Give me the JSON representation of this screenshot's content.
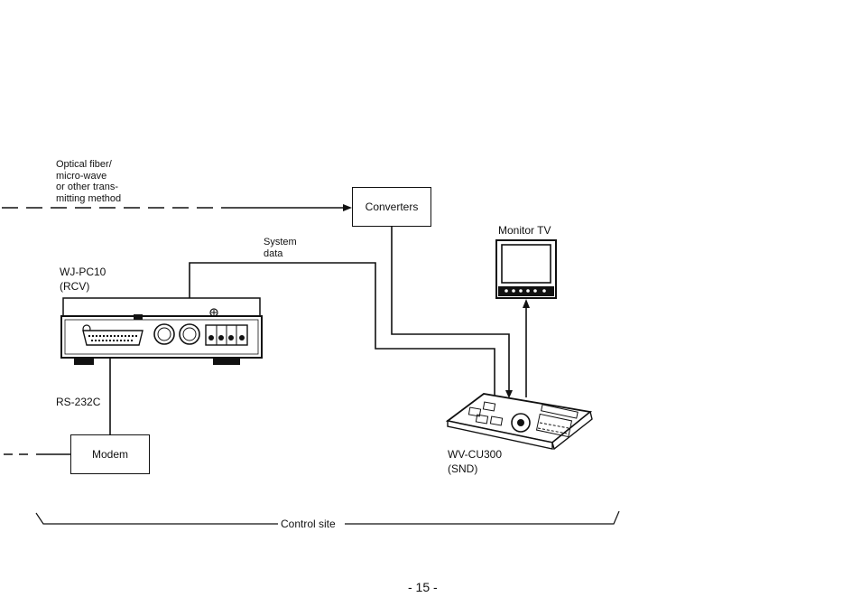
{
  "labels": {
    "transmission_method": "Optical fiber/\nmicro-wave\nor other trans-\nmitting method",
    "system_data": "System\ndata",
    "receiver_model": "WJ-PC10",
    "receiver_role": "(RCV)",
    "rs232c": "RS-232C",
    "monitor": "Monitor TV",
    "controller_model": "WV-CU300",
    "controller_role": "(SND)",
    "control_site": "Control site"
  },
  "boxes": {
    "converters": "Converters",
    "modem": "Modem"
  },
  "page_number": "- 15 -"
}
